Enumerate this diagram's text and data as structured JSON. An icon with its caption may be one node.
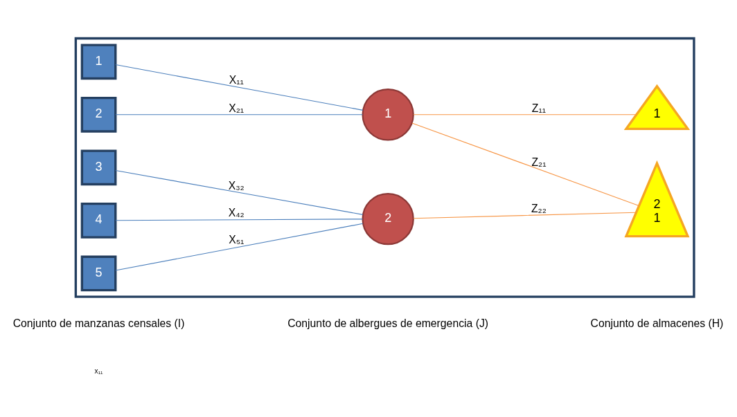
{
  "diagram": {
    "nodes": [
      {
        "text": [],
        "shape": "box"
      },
      {
        "text": [
          "1"
        ],
        "in": 0
      },
      {
        "text": [
          "2"
        ],
        "in": 0
      },
      {
        "text": [
          "3"
        ],
        "in": 0
      },
      {
        "text": [
          "4"
        ],
        "in": 0
      },
      {
        "text": [
          "5"
        ],
        "in": 0
      },
      {
        "text": [
          "1"
        ],
        "in": 0
      },
      {
        "text": [
          "2"
        ],
        "in": 0
      },
      {
        "text": [
          "1"
        ],
        "in": 0
      },
      {
        "text": [
          "2",
          "1"
        ],
        "in": 0
      }
    ],
    "edges": [
      {
        "from": 1,
        "to": 6,
        "arrow": "none",
        "label": "X₁₁"
      },
      {
        "from": 2,
        "to": 6,
        "arrow": "none",
        "label": "X₂₁"
      },
      {
        "from": 3,
        "to": 7,
        "arrow": "none",
        "label": "X₃₂"
      },
      {
        "from": 4,
        "to": 7,
        "arrow": "none",
        "label": "X₄₂"
      },
      {
        "from": 5,
        "to": 7,
        "arrow": "none",
        "label": "X₅₁"
      },
      {
        "from": 6,
        "to": 8,
        "arrow": "none",
        "label": "Z₁₁",
        "color": "#f79646"
      },
      {
        "from": 6,
        "to": 9,
        "arrow": "none",
        "label": "Z₂₁",
        "color": "#f79646"
      },
      {
        "from": 7,
        "to": 9,
        "arrow": "none",
        "label": "Z₂₂",
        "color": "#f79646"
      }
    ],
    "labels": [
      "x₁₁",
      "Conjunto de manzanas censales (I)",
      "Conjunto de albergues de emergencia (J)",
      "Conjunto de almacenes (H)"
    ]
  }
}
